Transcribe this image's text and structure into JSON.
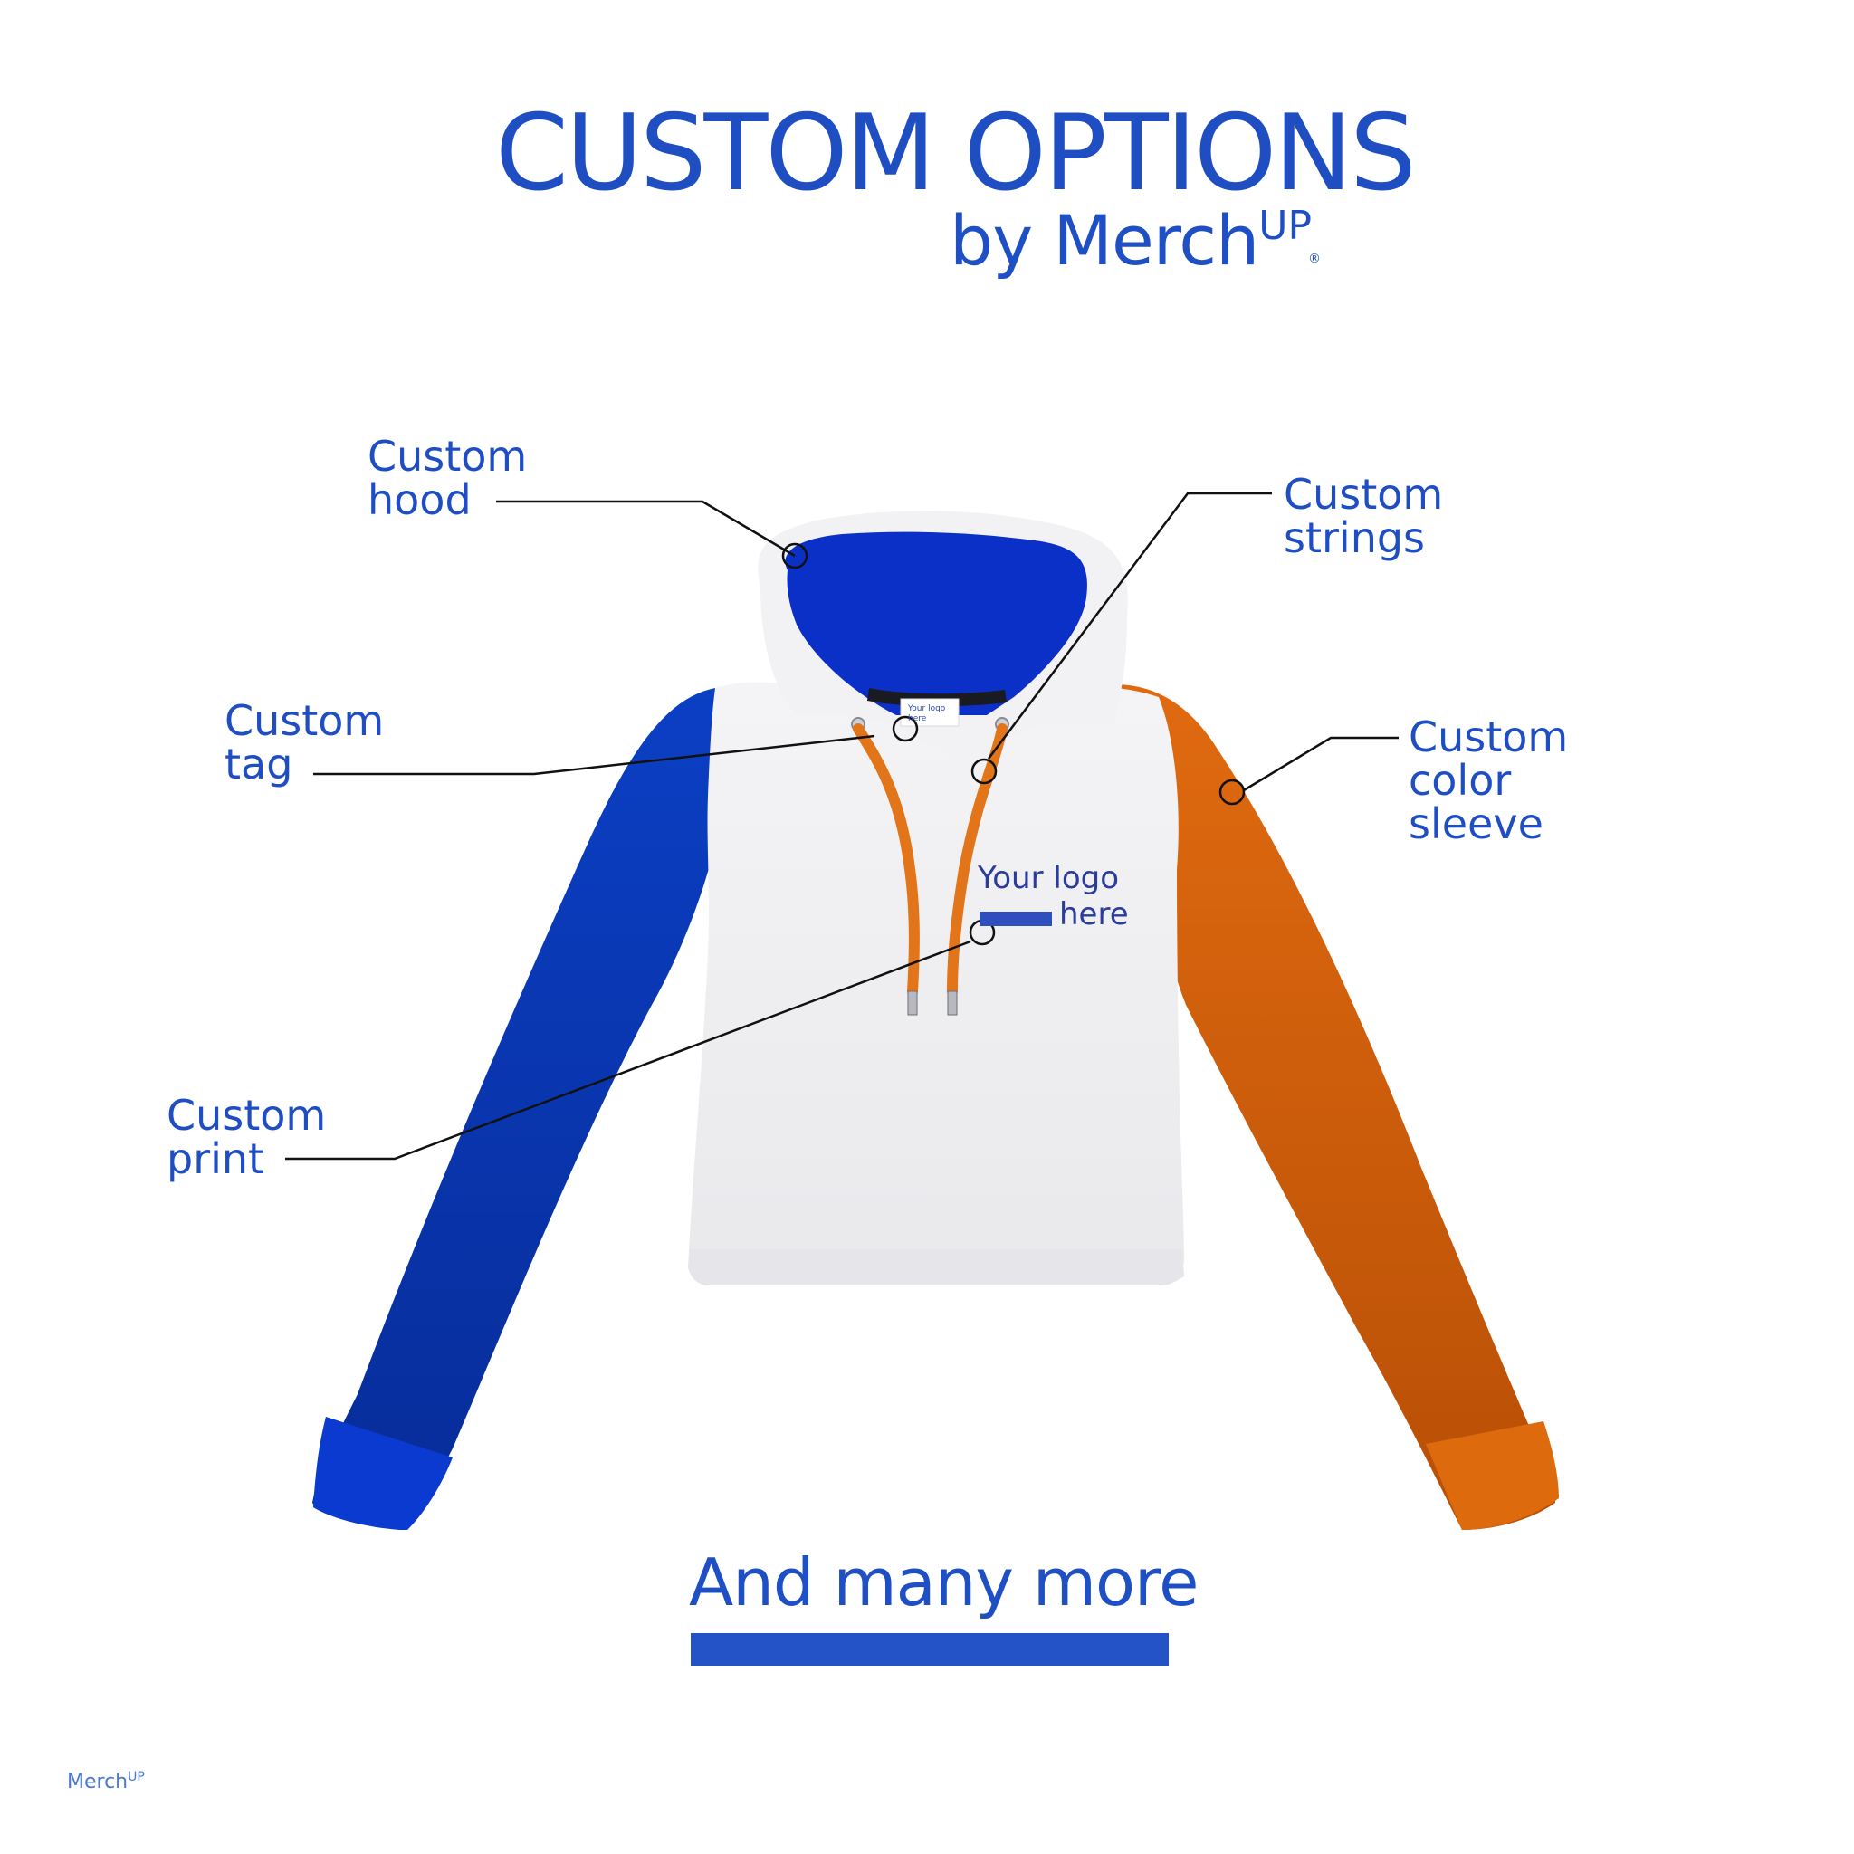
{
  "header": {
    "title": "CUSTOM OPTIONS",
    "byline_prefix": "by Merch",
    "brand_mark": "UP",
    "registered": "®"
  },
  "callouts": {
    "hood": [
      "Custom",
      "hood"
    ],
    "strings": [
      "Custom",
      "strings"
    ],
    "tag": [
      "Custom",
      "tag"
    ],
    "sleeve": [
      "Custom",
      "color",
      "sleeve"
    ],
    "print": [
      "Custom",
      "print"
    ]
  },
  "garment": {
    "logo_print_line1": "Your logo",
    "logo_print_line2": "here",
    "tag_line1": "Your logo",
    "tag_line2": "here",
    "colors": {
      "body": "#f1f1f3",
      "left_sleeve": "#0a35b0",
      "right_sleeve": "#cf5d0a",
      "hood_lining": "#0b32c9",
      "strings": "#e2751a"
    }
  },
  "cta": {
    "text": "And many more"
  },
  "footer": {
    "brand": "Merch",
    "brand_mark": "UP"
  },
  "colors": {
    "brand_blue": "#1f4ec3",
    "background": "#ffffff"
  }
}
